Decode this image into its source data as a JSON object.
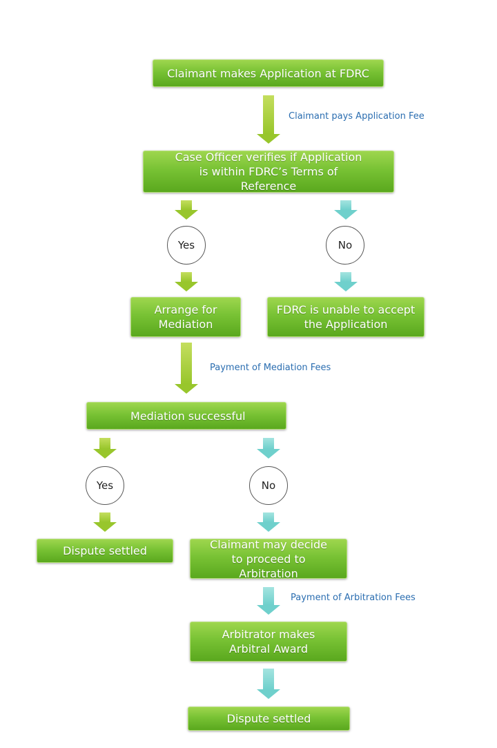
{
  "nodes": {
    "application": "Claimant makes Application at FDRC",
    "verify": "Case Officer verifies if Application is within FDRC’s Terms of Reference",
    "yes_1": "Yes",
    "no_1": "No",
    "arrange_mediation": "Arrange for Mediation",
    "unable_accept": "FDRC is unable to accept the Application",
    "mediation_successful": "Mediation successful",
    "yes_2": "Yes",
    "no_2": "No",
    "dispute_settled_1": "Dispute settled",
    "proceed_arbitration": "Claimant may decide to proceed to Arbitration",
    "arbitral_award": "Arbitrator makes Arbitral Award",
    "dispute_settled_2": "Dispute settled"
  },
  "notes": {
    "application_fee": "Claimant pays Application Fee",
    "mediation_fees": "Payment of Mediation Fees",
    "arbitration_fees": "Payment of Arbitration Fees"
  },
  "colors": {
    "box_green": "#78c234",
    "arrow_green": "#98c62c",
    "arrow_teal": "#6fd0cc",
    "note_blue": "#2a6db0"
  }
}
